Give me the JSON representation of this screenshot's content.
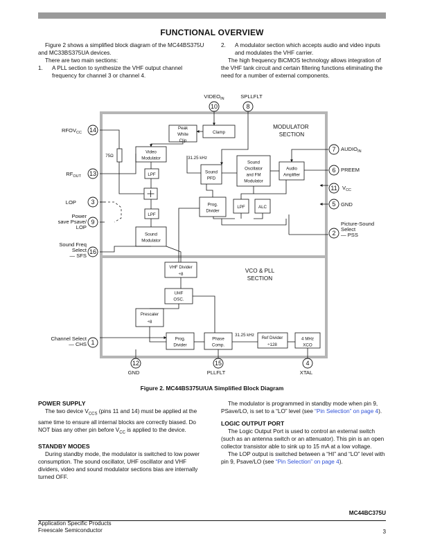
{
  "title": "FUNCTIONAL OVERVIEW",
  "intro": {
    "p1": "Figure 2 shows a simplified block diagram of the MC44BS375U and MC33BS375UA devices.",
    "p2": "There are two main sections:",
    "item1_num": "1.",
    "item1": "A PLL section to synthesize the VHF output channel frequency for channel 3 or channel 4.",
    "item2_num": "2.",
    "item2": "A modulator section which accepts audio and video inputs and modulates the VHF carrier.",
    "p3": "The high frequency BiCMOS technology allows integration of the VHF tank circuit and certain filtering functions eliminating the need for a number of external components."
  },
  "diagram": {
    "modulator_section": "MODULATOR SECTION",
    "vco_section": "VCO & PLL SECTION",
    "blocks": {
      "peak_white_clip": "Peak White Clip",
      "clamp": "Clamp",
      "video_modulator": "Video Modulator",
      "lpf1": "LPF",
      "lpf2": "LPF",
      "lpf3": "LPF",
      "sound_modulator": "Sound Modulator",
      "sound_pfd": "Sound PFD",
      "sound_osc": "Sound Oscillator and FM Modulator",
      "audio_amp": "Audio Amplifier",
      "prog_divider1": "Prog. Divider",
      "alc": "ALC",
      "vhf_divider": "VHF Divider",
      "vhf_div_val": "÷8",
      "uhf_osc": "UHF OSC.",
      "prescaler": "Prescaler",
      "prescaler_val": "÷8",
      "prog_divider2": "Prog. Divider",
      "phase_comp": "Phase Comp.",
      "ref_divider": "Ref Divider",
      "ref_div_val": "÷128",
      "xco": "4 MHz XCO"
    },
    "freq_label_1": "31.25 kHz",
    "freq_label_2": "31.25 kHz",
    "resistor": "75Ω",
    "pins": {
      "p14": "14",
      "p13": "13",
      "p3": "3",
      "p9": "9",
      "p16": "16",
      "p1": "1",
      "p10": "10",
      "p8": "8",
      "p7": "7",
      "p6": "6",
      "p11": "11",
      "p5": "5",
      "p2": "2",
      "p12": "12",
      "p15": "15",
      "p4": "4"
    },
    "pin_labels": {
      "rfovcc": "RFOV",
      "rfovcc_sub": "CC",
      "rfout": "RF",
      "rfout_sub": "OUT",
      "lop": "LOP",
      "psave1": "Power",
      "psave2": "save Psave/",
      "psave3": "LOP",
      "sfs1": "Sound Freq",
      "sfs2": "Select",
      "sfs3": "— SFS",
      "chs1": "Channel Select",
      "chs2": "— CHS",
      "videoin": "VIDEO",
      "videoin_sub": "IN",
      "splflt": "SPLLFLT",
      "audioin": "AUDIO",
      "audioin_sub": "IN",
      "preem": "PREEM",
      "vcc": "V",
      "vcc_sub": "CC",
      "gnd_r": "GND",
      "pss1": "Picture-Sound",
      "pss2": "Select",
      "pss3": "— PSS",
      "gnd_b": "GND",
      "pllflt": "PLLFLT",
      "xtal": "XTAL"
    }
  },
  "caption": "Figure 2. MC44BS375U/UA Simplified Block Diagram",
  "power_supply": {
    "heading": "POWER SUPPLY",
    "text_a": "The two device V",
    "text_a_sub": "CCS",
    "text_b": " (pins 11 and 14) must be applied at the same time to ensure all internal blocks are correctly biased. Do NOT bias any other pin before V",
    "text_b_sub": "CC",
    "text_c": " is applied to the device."
  },
  "standby": {
    "heading": "STANDBY MODES",
    "text": "During standby mode, the modulator is switched to low power consumption. The sound oscillator, UHF oscillator and VHF dividers, video and sound modulator sections bias are internally turned OFF."
  },
  "right_col": {
    "p1_a": "The modulator is programmed in standby mode when pin 9, PSave/LO, is set to a “LO” level (see ",
    "p1_link": "“Pin Selection” on page 4",
    "p1_b": ").",
    "heading": "LOGIC OUTPUT PORT",
    "p2": "The Logic Output Port is used to control an external switch (such as an antenna switch or an attenuator). This pin is an open collector transistor able to sink up to 15 mA at a low voltage.",
    "p3_a": "The LOP output is switched between a “HI” and “LO” level with pin 9, Psave/LO (see ",
    "p3_link": "“Pin Selection” on page 4",
    "p3_b": ")."
  },
  "footer": {
    "docnum": "MC44BC375U",
    "line1": "Application Specific Products",
    "line2": "Freescale Semiconductor",
    "page": "3"
  }
}
